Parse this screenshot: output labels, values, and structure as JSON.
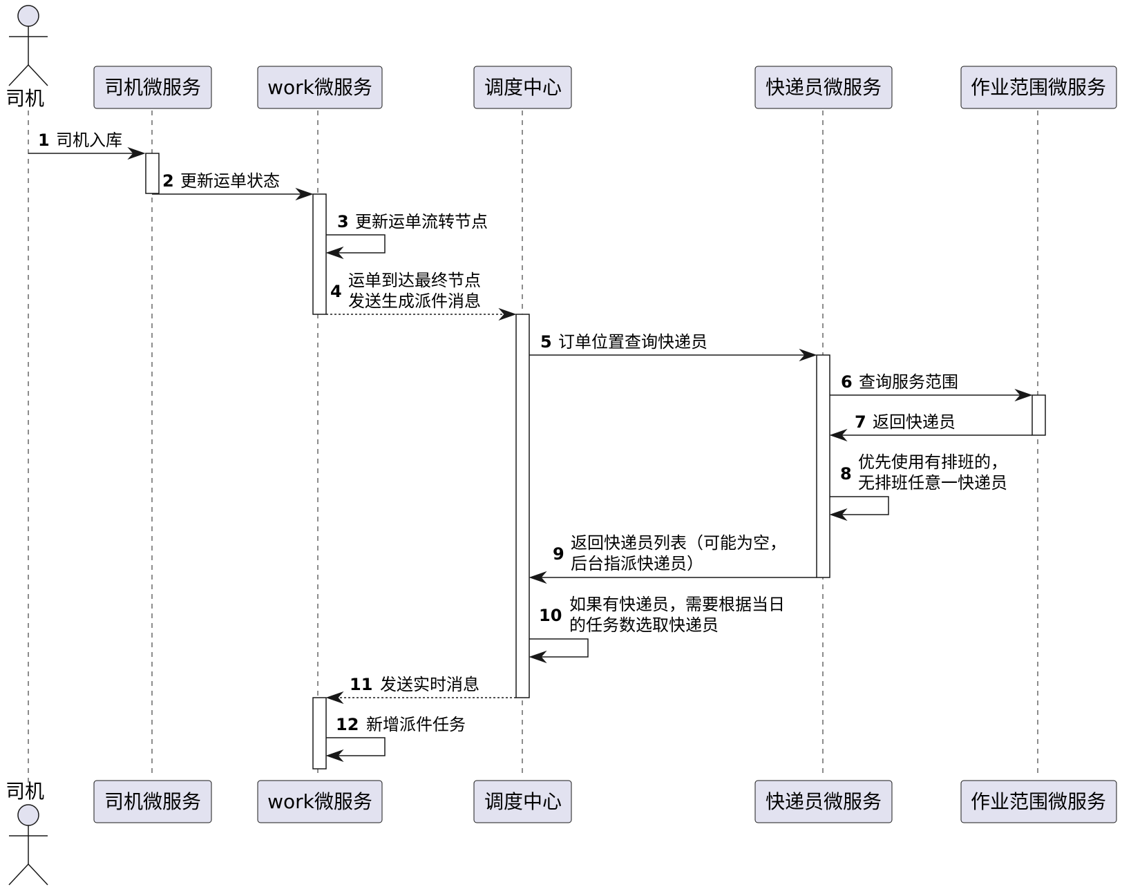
{
  "diagram": {
    "type": "sequence",
    "participants": [
      {
        "id": "driver",
        "label": "司机",
        "kind": "actor"
      },
      {
        "id": "driver_ms",
        "label": "司机微服务",
        "kind": "participant"
      },
      {
        "id": "work_ms",
        "label": "work微服务",
        "kind": "participant"
      },
      {
        "id": "dispatch",
        "label": "调度中心",
        "kind": "participant"
      },
      {
        "id": "courier_ms",
        "label": "快递员微服务",
        "kind": "participant"
      },
      {
        "id": "area_ms",
        "label": "作业范围微服务",
        "kind": "participant"
      }
    ],
    "messages": [
      {
        "num": "1",
        "from": "driver",
        "to": "driver_ms",
        "style": "solid",
        "lines": [
          "司机入库"
        ]
      },
      {
        "num": "2",
        "from": "driver_ms",
        "to": "work_ms",
        "style": "solid",
        "lines": [
          "更新运单状态"
        ]
      },
      {
        "num": "3",
        "from": "work_ms",
        "to": "work_ms",
        "style": "solid",
        "lines": [
          "更新运单流转节点"
        ]
      },
      {
        "num": "4",
        "from": "work_ms",
        "to": "dispatch",
        "style": "dashed",
        "lines": [
          "运单到达最终节点",
          "发送生成派件消息"
        ]
      },
      {
        "num": "5",
        "from": "dispatch",
        "to": "courier_ms",
        "style": "solid",
        "lines": [
          "订单位置查询快递员"
        ]
      },
      {
        "num": "6",
        "from": "courier_ms",
        "to": "area_ms",
        "style": "solid",
        "lines": [
          "查询服务范围"
        ]
      },
      {
        "num": "7",
        "from": "area_ms",
        "to": "courier_ms",
        "style": "solid",
        "lines": [
          "返回快递员"
        ]
      },
      {
        "num": "8",
        "from": "courier_ms",
        "to": "courier_ms",
        "style": "solid",
        "lines": [
          "优先使用有排班的，",
          "无排班任意一快递员"
        ]
      },
      {
        "num": "9",
        "from": "courier_ms",
        "to": "dispatch",
        "style": "solid",
        "lines": [
          "返回快递员列表（可能为空，",
          "后台指派快递员）"
        ]
      },
      {
        "num": "10",
        "from": "dispatch",
        "to": "dispatch",
        "style": "solid",
        "lines": [
          "如果有快递员，需要根据当日",
          "的任务数选取快递员"
        ]
      },
      {
        "num": "11",
        "from": "dispatch",
        "to": "work_ms",
        "style": "dashed",
        "lines": [
          "发送实时消息"
        ]
      },
      {
        "num": "12",
        "from": "work_ms",
        "to": "work_ms",
        "style": "solid",
        "lines": [
          "新增派件任务"
        ]
      }
    ]
  }
}
